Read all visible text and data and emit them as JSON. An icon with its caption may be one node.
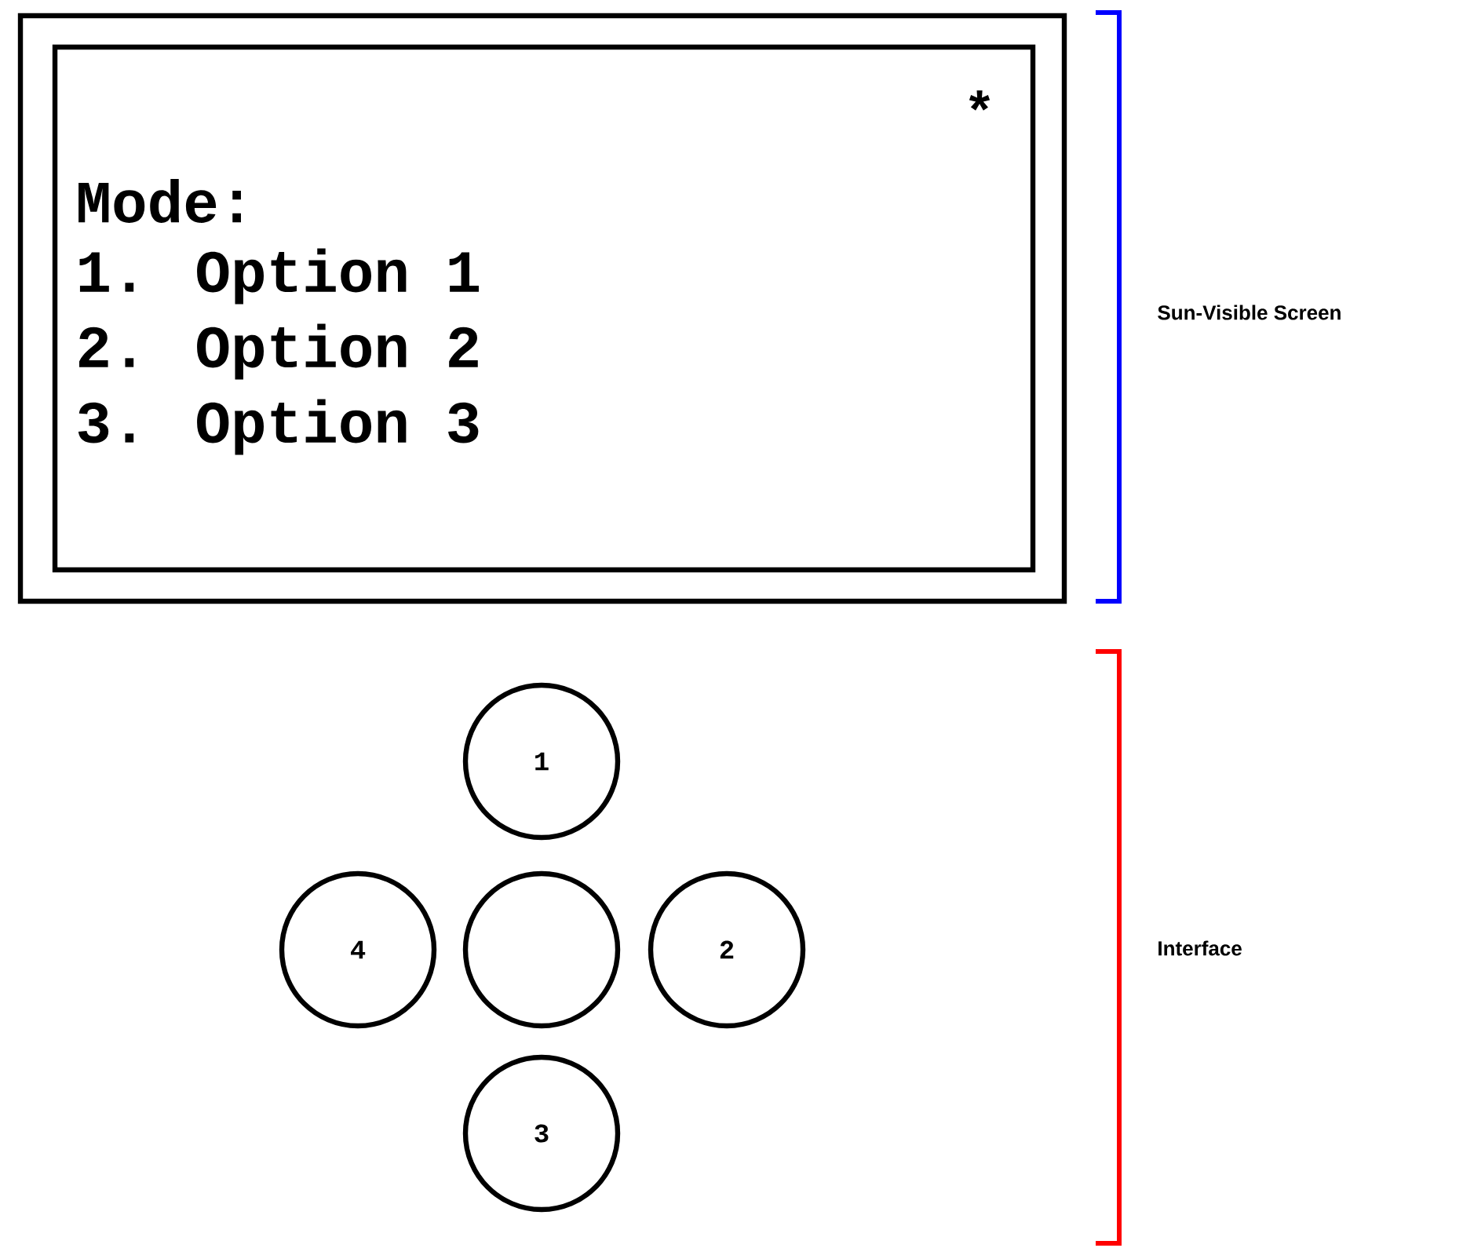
{
  "diagram": {
    "nodes": [
      {
        "text": [],
        "shape": "box"
      },
      {
        "text": [
          "*",
          "Mode:",
          "1. Option 1",
          "2. Option 2",
          "3. Option 3"
        ],
        "in": 0
      },
      {
        "text": [
          "1"
        ]
      },
      {
        "text": [
          "4"
        ]
      },
      {
        "text": [],
        "shape": "circle"
      },
      {
        "text": [
          "2"
        ]
      },
      {
        "text": [
          "3"
        ]
      }
    ],
    "labels": [
      "Sun-Visible Screen",
      "Interface"
    ]
  }
}
